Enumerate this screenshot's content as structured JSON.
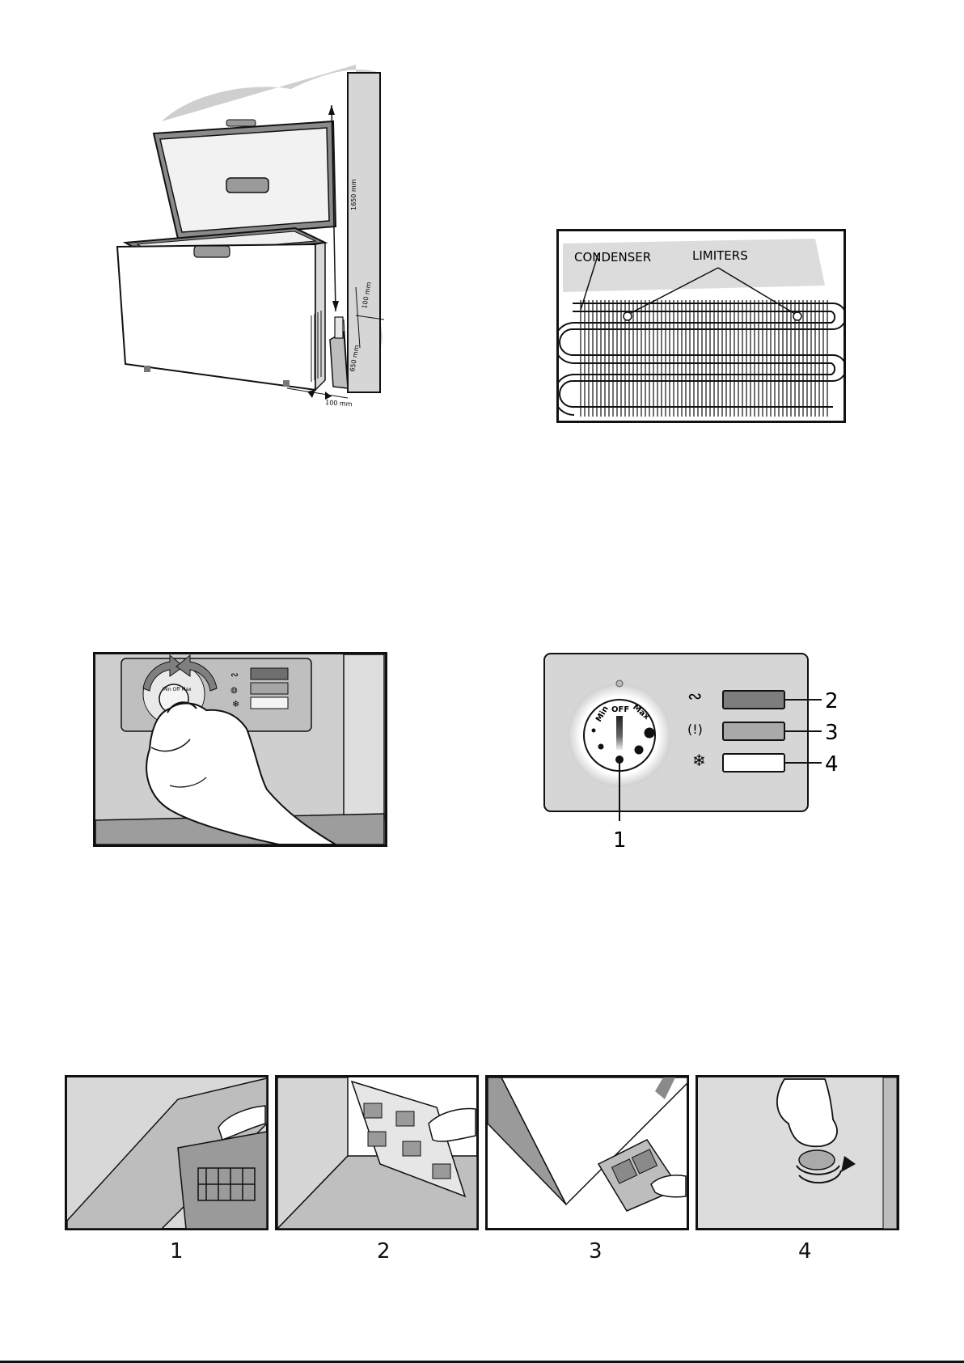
{
  "figure1": {
    "dim_height": "1650 mm",
    "dim_top_gap": "100 mm",
    "dim_side_height": "650 mm",
    "dim_back_gap": "100 mm"
  },
  "figure2": {
    "label_condenser": "CONDENSER",
    "label_limiters": "LIMITERS"
  },
  "figure3": {
    "dial_text": "Min Off Max"
  },
  "figure4": {
    "dial_min": "Min",
    "dial_off": "OFF",
    "dial_max": "Max",
    "callout_1": "1",
    "callout_2": "2",
    "callout_3": "3",
    "callout_4": "4",
    "colors": {
      "lamp_power": "#7d7d7d",
      "lamp_alarm": "#a9a9a9",
      "lamp_fast": "#ffffff"
    }
  },
  "steps": [
    {
      "number": "1"
    },
    {
      "number": "2"
    },
    {
      "number": "3"
    },
    {
      "number": "4"
    }
  ]
}
